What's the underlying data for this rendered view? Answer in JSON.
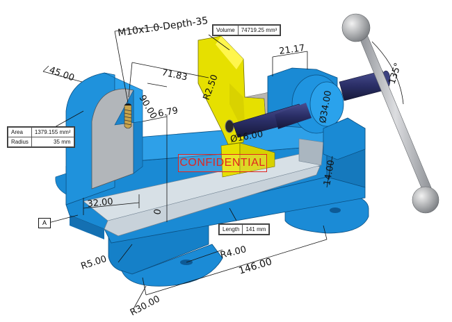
{
  "thread_note": "M10x1.0-Depth-35",
  "watermark": "CONFIDENTIAL",
  "datum_label": "A",
  "dimensions": {
    "d45": "45.00",
    "d71": "71.83",
    "d90": "90.00",
    "d679": "6.79",
    "d2117": "21.17",
    "r250": "R2.50",
    "d1600": "Ø16.00",
    "d3400": "Ø34.00",
    "d32": "32.00",
    "d0": "0",
    "r500": "R5.00",
    "r400": "R4.00",
    "r3000": "R30.00",
    "d146": "146.00",
    "a135": "135°",
    "d1400": "14.00"
  },
  "volume": {
    "label": "Volume",
    "value": "74719.25",
    "unit": "mm³"
  },
  "area": {
    "label": "Area",
    "value": "1379.155",
    "unit": "mm²"
  },
  "radius": {
    "label": "Radius",
    "value": "35",
    "unit": "mm"
  },
  "length": {
    "label": "Length",
    "value": "141",
    "unit": "mm"
  },
  "colors": {
    "body": "#1a8ad4",
    "jaw": "#e4e000",
    "screw": "#2b2f6b",
    "handle": "#a7aaad",
    "face": "#b8c8d4"
  }
}
